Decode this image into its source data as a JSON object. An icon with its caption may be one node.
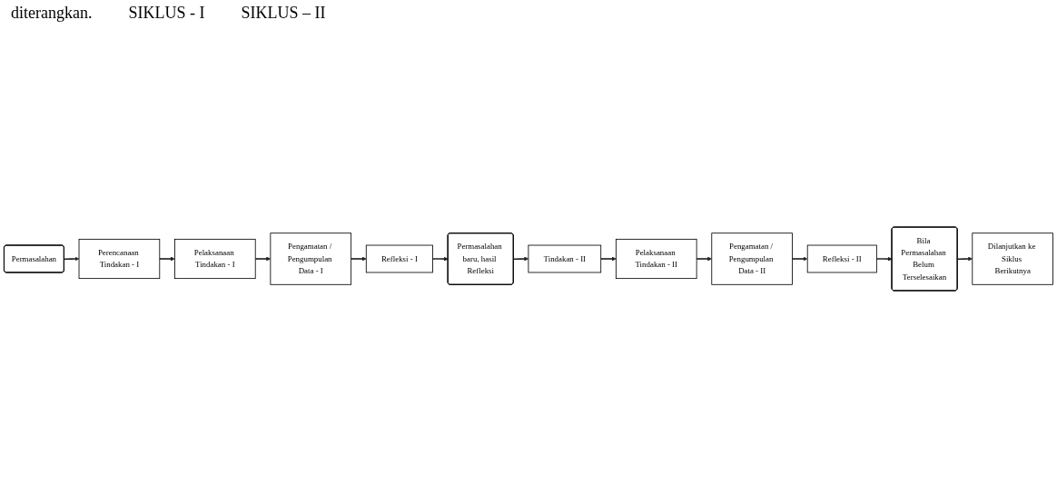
{
  "diagram": {
    "nodes": [
      {
        "text": [
          "Permasalahan"
        ]
      },
      {
        "text": [
          "Perencanaan Tindakan - I"
        ]
      },
      {
        "text": [
          "Pelaksanaan Tindakan - I"
        ]
      },
      {
        "text": [
          "Refleksi - I"
        ]
      },
      {
        "text": [
          "Pengamatan / Pengumpulan Data - I"
        ]
      },
      {
        "text": [
          "Permasalahan baru, hasil Refleksi"
        ]
      },
      {
        "text": [
          "Tindakan - II"
        ]
      },
      {
        "text": [
          "Pelaksanaan Tindakan - II"
        ]
      },
      {
        "text": [
          "Refleksi - II"
        ]
      },
      {
        "text": [
          "Pengamatan / Pengumpulan Data - II"
        ]
      },
      {
        "text": [
          "Bila Permasalahan Belum Terselesaikan"
        ]
      },
      {
        "text": [
          "Dilanjutkan ke Siklus Berikutnya"
        ]
      }
    ],
    "edges": [
      {
        "from": 0,
        "to": 1,
        "arrow": "to"
      },
      {
        "from": 1,
        "to": 2,
        "arrow": "to"
      },
      {
        "from": 2,
        "to": 4,
        "arrow": "to"
      },
      {
        "from": 4,
        "to": 3,
        "arrow": "to"
      },
      {
        "from": 3,
        "to": 5,
        "arrow": "to"
      },
      {
        "from": 5,
        "to": 6,
        "arrow": "to"
      },
      {
        "from": 6,
        "to": 7,
        "arrow": "to"
      },
      {
        "from": 7,
        "to": 9,
        "arrow": "to"
      },
      {
        "from": 9,
        "to": 8,
        "arrow": "to"
      },
      {
        "from": 8,
        "to": 10,
        "arrow": "to"
      },
      {
        "from": 10,
        "to": 11,
        "arrow": "to"
      }
    ],
    "labels": [
      "diterangkan.",
      "SIKLUS - I",
      "SIKLUS – II"
    ]
  }
}
